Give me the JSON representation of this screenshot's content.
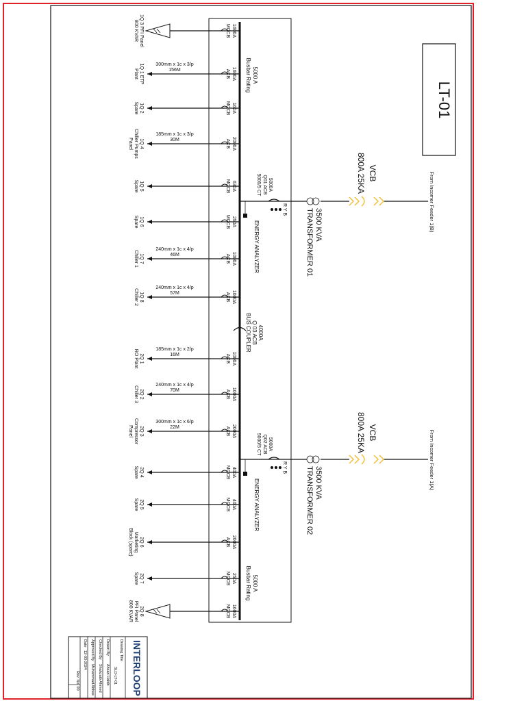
{
  "drawing": {
    "panel_name": "LT-01",
    "busbar_rating_top": "5000 A",
    "busbar_rating_bottom": "5000 A",
    "busbar_rating_sub": "Busbar Rating",
    "bus_coupler": {
      "rating": "4000A",
      "tag": "Q 03 ACB",
      "name": "BUS COUPLER"
    }
  },
  "incomers": [
    {
      "id": "inc-1",
      "feeder": "From Incomer Feeder 1(B)",
      "vcb_label": "VCB",
      "vcb_rating": "800A 25KA",
      "transformer_rating": "3500 KVA",
      "transformer_name": "TRANSFORMER 01",
      "acb_rating": "5000A",
      "acb_tag": "Q01 ACB",
      "ct": "5000/5 CT",
      "phases": "R Y B",
      "analyzer": "ENERGY ANALYZER"
    },
    {
      "id": "inc-2",
      "feeder": "From Incomer Feeder 1(A)",
      "vcb_label": "VCB",
      "vcb_rating": "800A 25KA",
      "transformer_rating": "3500 KVA",
      "transformer_name": "TRANSFORMER 02",
      "acb_rating": "5000A",
      "acb_tag": "Q02 ACB",
      "ct": "5000/5 CT",
      "phases": "R Y B",
      "analyzer": "ENERGY ANALYZER"
    }
  ],
  "feeders": [
    {
      "breaker_rating": "1600A",
      "breaker_type": "MCCB",
      "load_line1": "1Q 3 PFI Panel",
      "load_line2": "800 KVAR",
      "load_line3": "",
      "cable": "",
      "length": "",
      "pfi": true
    },
    {
      "breaker_rating": "1600A",
      "breaker_type": "ACB",
      "load_line1": "1Q 1 ETP",
      "load_line2": "Plant",
      "load_line3": "",
      "cable": "300mm x 1c x 3/p",
      "length": "156M",
      "pfi": false
    },
    {
      "breaker_rating": "160A",
      "breaker_type": "MCCB",
      "load_line1": "1Q 2",
      "load_line2": "Spare",
      "load_line3": "",
      "cable": "",
      "length": "",
      "pfi": false
    },
    {
      "breaker_rating": "2000A",
      "breaker_type": "ACB",
      "load_line1": "1Q 4",
      "load_line2": "Chiller Pumps",
      "load_line3": "Panel",
      "cable": "185mm x 1c x 3/p",
      "length": "30M",
      "pfi": false
    },
    {
      "breaker_rating": "630A",
      "breaker_type": "MCCB",
      "load_line1": "1Q 5",
      "load_line2": "Spare",
      "load_line3": "",
      "cable": "",
      "length": "",
      "pfi": false
    },
    {
      "breaker_rating": "250A",
      "breaker_type": "MCCB",
      "load_line1": "1Q 6",
      "load_line2": "Spare",
      "load_line3": "",
      "cable": "",
      "length": "",
      "pfi": false
    },
    {
      "breaker_rating": "1000A",
      "breaker_type": "ACB",
      "load_line1": "1Q 7",
      "load_line2": "Chiller 1",
      "load_line3": "",
      "cable": "240mm x 1c x 4/p",
      "length": "46M",
      "pfi": false
    },
    {
      "breaker_rating": "1000A",
      "breaker_type": "ACB",
      "load_line1": "1Q 8",
      "load_line2": "Chiller 2",
      "load_line3": "",
      "cable": "240mm x 1c x 4/p",
      "length": "57M",
      "pfi": false
    },
    {
      "breaker_rating": "1000A",
      "breaker_type": "ACB",
      "load_line1": "2Q 1",
      "load_line2": "RO Plant",
      "load_line3": "",
      "cable": "185mm x 1c x 2/p",
      "length": "16M",
      "pfi": false
    },
    {
      "breaker_rating": "1000A",
      "breaker_type": "ACB",
      "load_line1": "2Q 2",
      "load_line2": "Chiller 3",
      "load_line3": "",
      "cable": "240mm x 1c x 4/p",
      "length": "70M",
      "pfi": false
    },
    {
      "breaker_rating": "2000A",
      "breaker_type": "ACB",
      "load_line1": "2Q 3",
      "load_line2": "Compressor",
      "load_line3": "Panel",
      "cable": "300mm x 1c x 6/p",
      "length": "22M",
      "pfi": false
    },
    {
      "breaker_rating": "400A",
      "breaker_type": "MCCB",
      "load_line1": "2Q 4",
      "load_line2": "Spare",
      "load_line3": "",
      "cable": "",
      "length": "",
      "pfi": false
    },
    {
      "breaker_rating": "400A",
      "breaker_type": "MCCB",
      "load_line1": "2Q 5",
      "load_line2": "Spare",
      "load_line3": "",
      "cable": "",
      "length": "",
      "pfi": false
    },
    {
      "breaker_rating": "2000A",
      "breaker_type": "ACB",
      "load_line1": "2Q 6",
      "load_line2": "Marketing",
      "load_line3": "Block (spare)",
      "cable": "",
      "length": "",
      "pfi": false
    },
    {
      "breaker_rating": "250A",
      "breaker_type": "MCCB",
      "load_line1": "2Q 7",
      "load_line2": "Spare",
      "load_line3": "",
      "cable": "",
      "length": "",
      "pfi": false
    },
    {
      "breaker_rating": "1600A",
      "breaker_type": "MCCB",
      "load_line1": "2Q 8",
      "load_line2": "PFI Panel",
      "load_line3": "800 KVAR",
      "cable": "",
      "length": "",
      "pfi": true
    }
  ],
  "title_block": {
    "logo": "INTERLOOP",
    "rows": [
      {
        "label": "Drawing Title",
        "value": "SLD-LT-01"
      },
      {
        "label": "Drawn By",
        "value": "Ahsan Habib"
      },
      {
        "label": "Checked By",
        "value": "Shahzaib Ahmed"
      },
      {
        "label": "Approved By",
        "value": "Muhammad Abbas"
      },
      {
        "label": "Date",
        "value": "12-03-2024",
        "extra": "Rev. No. 00"
      }
    ]
  },
  "colors": {
    "border": "#e0202a",
    "line": "#111111",
    "vcb": "#f2c13a",
    "logo": "#1f3f73"
  }
}
